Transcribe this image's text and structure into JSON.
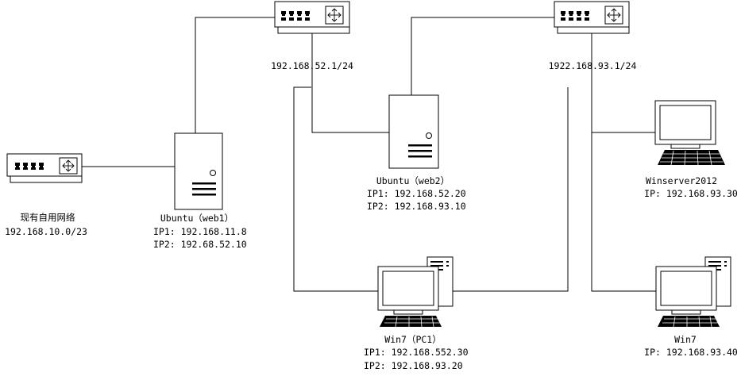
{
  "nodes": {
    "existing_network": {
      "name": "现有自用网络",
      "subnet": "192.168.10.0/23"
    },
    "switch_a": {
      "ip": "192.168.52.1/24"
    },
    "switch_b": {
      "ip": "1922.168.93.1/24"
    },
    "web1": {
      "name": "Ubuntu（web1）",
      "ip1": "IP1: 192.168.11.8",
      "ip2": "IP2: 192.68.52.10"
    },
    "web2": {
      "name": "Ubuntu（web2）",
      "ip1": "IP1: 192.168.52.20",
      "ip2": "IP2: 192.168.93.10"
    },
    "pc1": {
      "name": "Win7（PC1）",
      "ip1": "IP1: 192.168.552.30",
      "ip2": "IP2: 192.168.93.20"
    },
    "winserver": {
      "name": "Winserver2012",
      "ip": "IP: 192.168.93.30"
    },
    "win7": {
      "name": "Win7",
      "ip": "IP: 192.168.93.40"
    }
  },
  "colors": {
    "line": "#000000",
    "device_fill": "#ffffff",
    "screen_fill": "#ffffff"
  },
  "icons": {
    "switch": "network-switch-icon",
    "server": "tower-server-icon",
    "workstation": "desktop-workstation-icon",
    "monitor": "monitor-keyboard-icon"
  }
}
